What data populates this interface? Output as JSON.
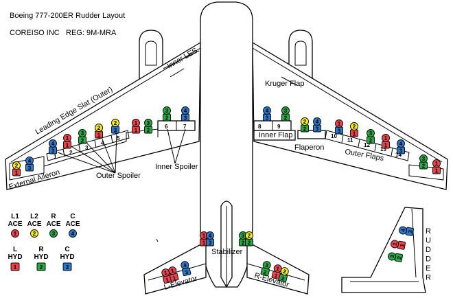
{
  "header": {
    "title": "Boeing 777-200ER Rudder Layout",
    "operator": "COREISO INC",
    "registration": "REG: 9M-MRA"
  },
  "labels": {
    "inner_les": "Inner LES",
    "leading_edge_slat": "Leading Edge Slat (Outer)",
    "external_aileron": "External Aileron",
    "outer_spoiler": "Outer Spoiler",
    "inner_spoiler": "Inner Spoiler",
    "kruger_flap": "Kruger Flap",
    "inner_flap": "Inner Flap",
    "flaperon": "Flaperon",
    "outer_flaps": "Outer Flaps",
    "stabilizer": "Stabilizer",
    "l_elevator": "L-Elevator",
    "r_elevator": "R-Elevator",
    "rudder": "RUDDER"
  },
  "spoiler_numbers": [
    "1",
    "2",
    "3",
    "4",
    "5",
    "6",
    "7",
    "8",
    "9",
    "10",
    "11",
    "12",
    "13",
    "14"
  ],
  "legend": {
    "ace": [
      {
        "top": "L1",
        "bottom": "ACE",
        "num": "1",
        "color": "#e8434b"
      },
      {
        "top": "L2",
        "bottom": "ACE",
        "num": "2",
        "color": "#f2ea22"
      },
      {
        "top": "R",
        "bottom": "ACE",
        "num": "3",
        "color": "#27a844"
      },
      {
        "top": "C",
        "bottom": "ACE",
        "num": "4",
        "color": "#2d78c8"
      }
    ],
    "hyd": [
      {
        "top": "L",
        "bottom": "HYD",
        "num": "1",
        "color": "#e8434b"
      },
      {
        "top": "R",
        "bottom": "HYD",
        "num": "2",
        "color": "#27a844"
      },
      {
        "top": "C",
        "bottom": "HYD",
        "num": "3",
        "color": "#2d78c8"
      }
    ]
  },
  "colors": {
    "ace_1": "#e8434b",
    "ace_2": "#f2ea22",
    "ace_3": "#27a844",
    "ace_4": "#2d78c8",
    "hyd_1": "#e8434b",
    "hyd_2": "#27a844",
    "hyd_3": "#2d78c8"
  }
}
